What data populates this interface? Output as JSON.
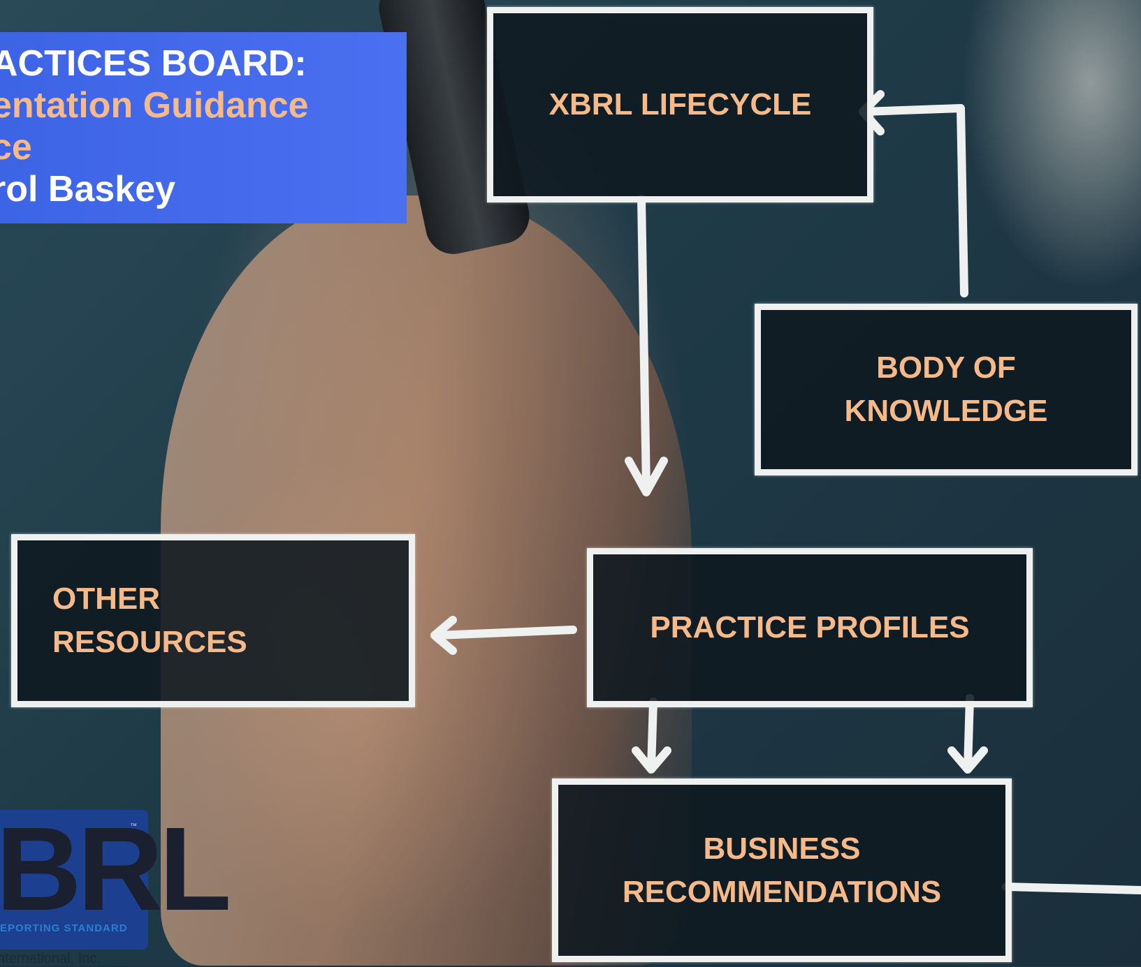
{
  "title_panel": {
    "line1": "ACTICES BOARD:",
    "line2": "entation Guidance",
    "line3": "ce",
    "line4": "rol Baskey"
  },
  "diagram": {
    "xbrl_lifecycle": "XBRL LIFECYCLE",
    "body_of_knowledge": "BODY OF\nKNOWLEDGE",
    "practice_profiles": "PRACTICE PROFILES",
    "other_resources": "OTHER\nRESOURCES",
    "business_recommendations": "BUSINESS\nRECOMMENDATIONS"
  },
  "logo": {
    "text": "BRL",
    "tagline": "EPORTING STANDARD",
    "footer": "nternational, Inc."
  },
  "colors": {
    "label_orange": "#f5b98a",
    "panel_blue": "#4a70f0",
    "line_white": "#eef1ef"
  }
}
